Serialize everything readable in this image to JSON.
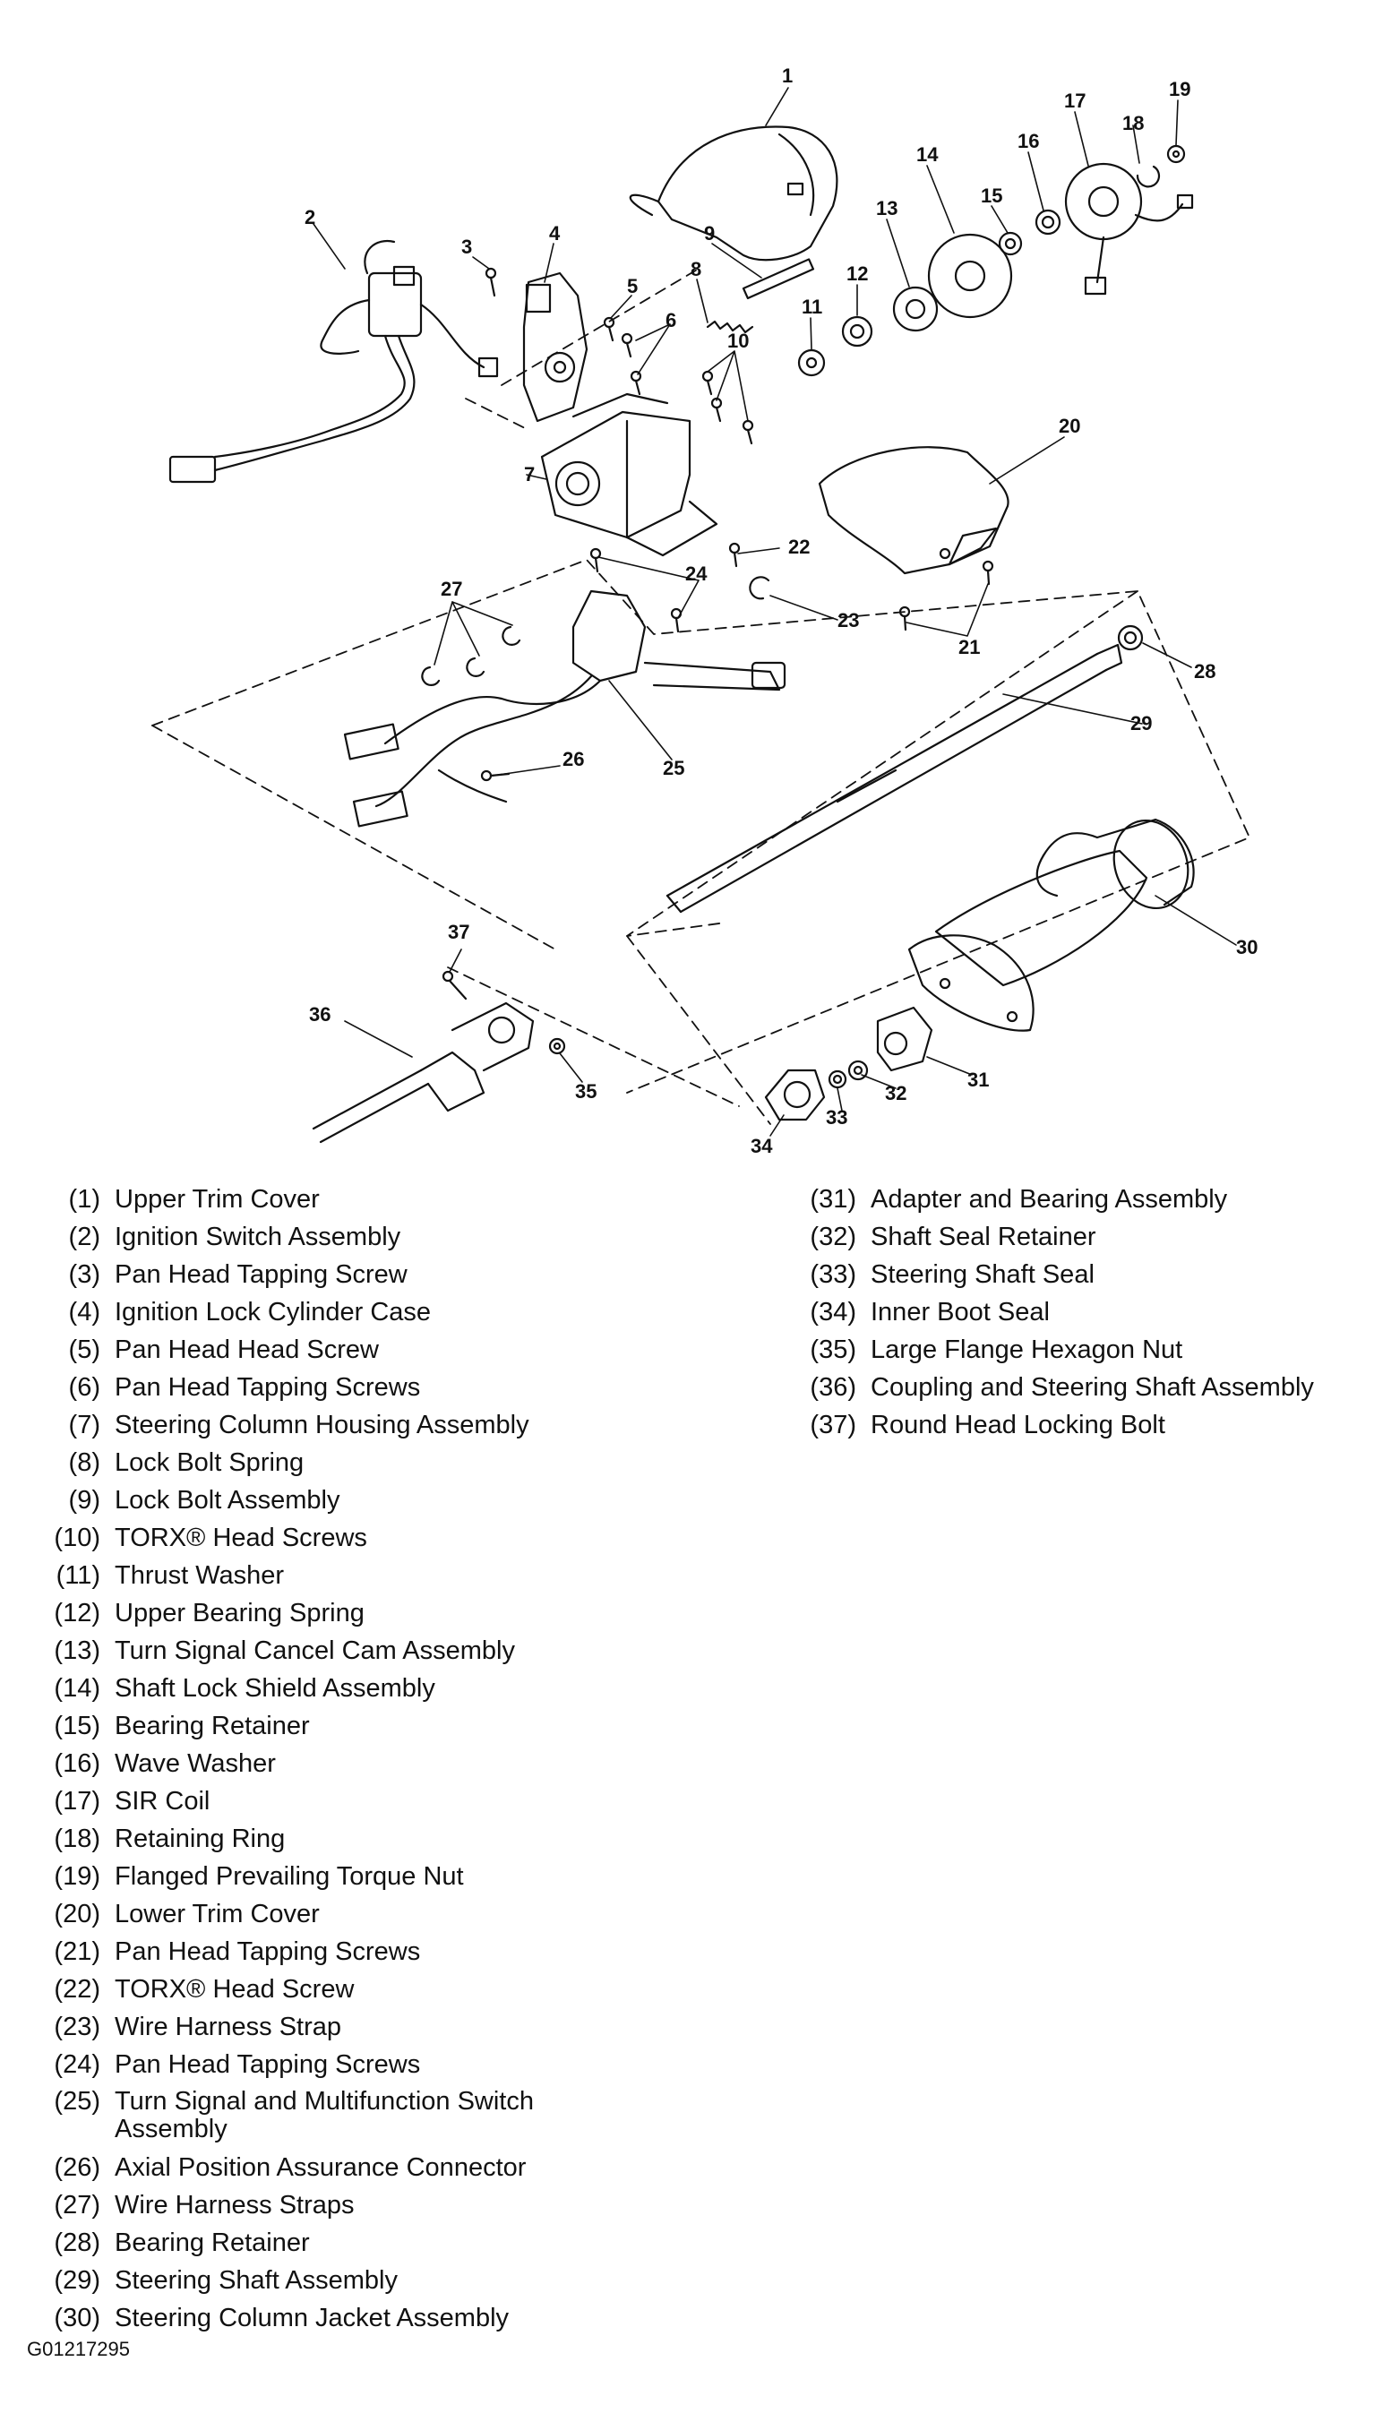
{
  "callouts": [
    "1",
    "2",
    "3",
    "4",
    "5",
    "6",
    "7",
    "8",
    "9",
    "10",
    "11",
    "12",
    "13",
    "14",
    "15",
    "16",
    "17",
    "18",
    "19",
    "20",
    "21",
    "22",
    "23",
    "24",
    "25",
    "26",
    "27",
    "28",
    "29",
    "30",
    "31",
    "32",
    "33",
    "34",
    "35",
    "36",
    "37"
  ],
  "legend_left": [
    {
      "num": "(1)",
      "label": "Upper Trim Cover"
    },
    {
      "num": "(2)",
      "label": "Ignition Switch Assembly"
    },
    {
      "num": "(3)",
      "label": "Pan Head Tapping Screw"
    },
    {
      "num": "(4)",
      "label": "Ignition Lock Cylinder Case"
    },
    {
      "num": "(5)",
      "label": "Pan Head Head Screw"
    },
    {
      "num": "(6)",
      "label": "Pan Head Tapping Screws"
    },
    {
      "num": "(7)",
      "label": "Steering Column Housing Assembly"
    },
    {
      "num": "(8)",
      "label": "Lock Bolt Spring"
    },
    {
      "num": "(9)",
      "label": "Lock Bolt Assembly"
    },
    {
      "num": "(10)",
      "label": "TORX® Head Screws"
    },
    {
      "num": "(11)",
      "label": "Thrust Washer"
    },
    {
      "num": "(12)",
      "label": "Upper Bearing Spring"
    },
    {
      "num": "(13)",
      "label": "Turn Signal Cancel Cam Assembly"
    },
    {
      "num": "(14)",
      "label": "Shaft Lock Shield Assembly"
    },
    {
      "num": "(15)",
      "label": "Bearing Retainer"
    },
    {
      "num": "(16)",
      "label": "Wave Washer"
    },
    {
      "num": "(17)",
      "label": "SIR Coil"
    },
    {
      "num": "(18)",
      "label": "Retaining Ring"
    },
    {
      "num": "(19)",
      "label": "Flanged Prevailing Torque Nut"
    },
    {
      "num": "(20)",
      "label": "Lower Trim Cover"
    },
    {
      "num": "(21)",
      "label": "Pan Head Tapping Screws"
    },
    {
      "num": "(22)",
      "label": "TORX® Head Screw"
    },
    {
      "num": "(23)",
      "label": "Wire Harness Strap"
    },
    {
      "num": "(24)",
      "label": "Pan Head Tapping Screws"
    },
    {
      "num": "(25)",
      "label": "Turn Signal and Multifunction Switch Assembly"
    },
    {
      "num": "(26)",
      "label": "Axial Position Assurance Connector"
    },
    {
      "num": "(27)",
      "label": "Wire Harness Straps"
    },
    {
      "num": "(28)",
      "label": "Bearing Retainer"
    },
    {
      "num": "(29)",
      "label": "Steering Shaft Assembly"
    },
    {
      "num": "(30)",
      "label": "Steering Column Jacket Assembly"
    }
  ],
  "legend_right": [
    {
      "num": "(31)",
      "label": "Adapter and Bearing Assembly"
    },
    {
      "num": "(32)",
      "label": "Shaft Seal Retainer"
    },
    {
      "num": "(33)",
      "label": "Steering Shaft Seal"
    },
    {
      "num": "(34)",
      "label": "Inner Boot Seal"
    },
    {
      "num": "(35)",
      "label": "Large Flange Hexagon Nut"
    },
    {
      "num": "(36)",
      "label": "Coupling and Steering Shaft Assembly"
    },
    {
      "num": "(37)",
      "label": "Round Head Locking Bolt"
    }
  ],
  "figure_code": "G01217295"
}
